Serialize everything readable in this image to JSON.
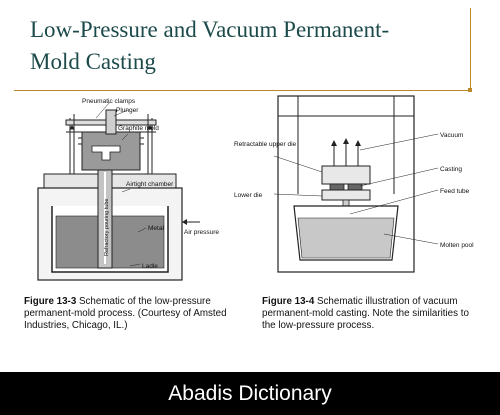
{
  "slide": {
    "title_line1": "Low-Pressure and Vacuum Permanent-",
    "title_line2": "Mold Casting"
  },
  "figure_left": {
    "labels": {
      "pneumatic_clamps": "Pneumatic clamps",
      "plunger": "Plunger",
      "graphite_mold": "Graphite mold",
      "airtight_chamber": "Airtight chamber",
      "refractory_tube": "Refractory pouring tube",
      "metal": "Metal",
      "air_pressure": "Air pressure",
      "ladle": "Ladle"
    },
    "caption_label": "Figure 13-3",
    "caption_text": " Schematic of the low-pressure permanent-mold process. (Courtesy of Amsted Industries, Chicago, IL.)"
  },
  "figure_right": {
    "labels": {
      "vacuum": "Vacuum",
      "retractable_upper_die": "Retractable upper die",
      "casting": "Casting",
      "lower_die": "Lower die",
      "feed_tube": "Feed tube",
      "molten_pool": "Molten pool"
    },
    "caption_label": "Figure 13-4",
    "caption_text": " Schematic illustration of vacuum permanent-mold casting. Note the similarities to the low-pressure process."
  },
  "footer": {
    "text": "Abadis Dictionary"
  },
  "colors": {
    "title": "#1c4a4a",
    "accent_rule": "#b88a2a",
    "footer_bg": "#000000",
    "footer_text": "#ffffff"
  }
}
